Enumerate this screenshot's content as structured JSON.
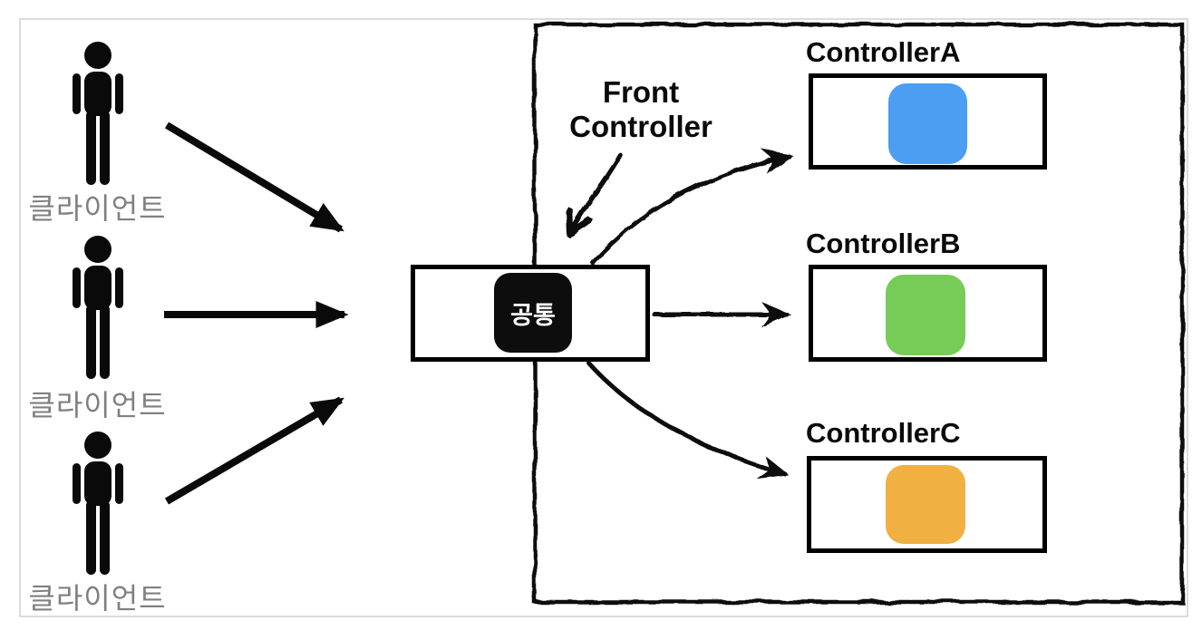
{
  "diagram": {
    "title_hint": "Front Controller pattern",
    "frame_color": "#dcdcdc",
    "line_color": "#0a0a0a"
  },
  "clients": {
    "label_color": "#808080",
    "items": [
      {
        "label": "클라이언트"
      },
      {
        "label": "클라이언트"
      },
      {
        "label": "클라이언트"
      }
    ]
  },
  "hub": {
    "label": "공통",
    "bg": "#0d0d0d",
    "text_color": "#ffffff"
  },
  "front_controller": {
    "label": "Front Controller"
  },
  "controllers": [
    {
      "name": "ControllerA",
      "color": "#4B9EF2"
    },
    {
      "name": "ControllerB",
      "color": "#77CC58"
    },
    {
      "name": "ControllerC",
      "color": "#F0B042"
    }
  ],
  "icons": {
    "person": "person-icon",
    "arrow": "arrow-icon"
  }
}
